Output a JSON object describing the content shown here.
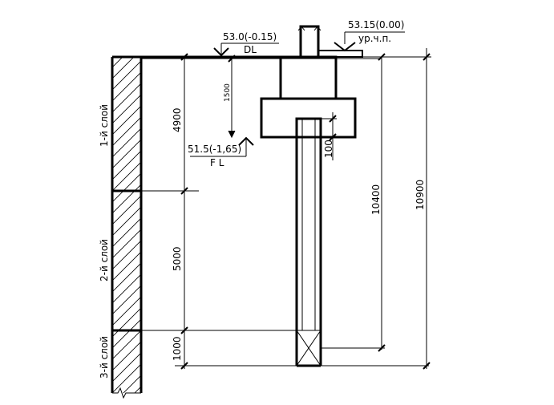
{
  "levels": {
    "ground_level": "53.15(0.00)",
    "ground_level_note": "ур.ч.п.",
    "design_level": "53.0(-0.15)",
    "design_level_note": "DL",
    "foundation_level": "51.5(-1,65)",
    "foundation_level_note": "F L"
  },
  "dimensions": {
    "depth_1500": "1500",
    "depth_100": "100",
    "layer1_thickness": "4900",
    "layer2_thickness": "5000",
    "layer3_thickness": "1000",
    "pile_length": "10400",
    "total_depth": "10900"
  },
  "layers": {
    "layer1": "1-й слой",
    "layer2": "2-й слой",
    "layer3": "3-й слой"
  }
}
